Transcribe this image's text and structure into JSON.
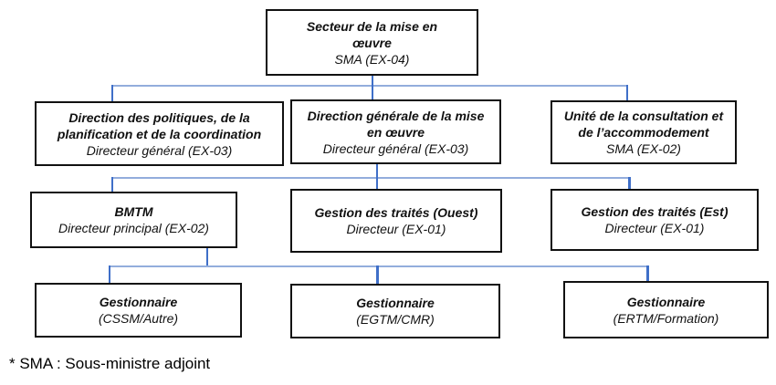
{
  "diagram": {
    "type": "org-chart",
    "nodes": {
      "root": {
        "title": "Secteur de la mise en\nœuvre",
        "subtitle": "SMA (EX-04)"
      },
      "dppc": {
        "title": "Direction des politiques, de la\nplanification et de la coordination",
        "subtitle": "Directeur général (EX-03)"
      },
      "dgmo": {
        "title": "Direction générale de la mise\nen œuvre",
        "subtitle": "Directeur général (EX-03)"
      },
      "uca": {
        "title": "Unité de la consultation et\nde l’accommodement",
        "subtitle": "SMA (EX-02)"
      },
      "bmtm": {
        "title": "BMTM",
        "subtitle": "Directeur principal (EX-02)"
      },
      "gto": {
        "title": "Gestion des traités (Ouest)",
        "subtitle": "Directeur (EX-01)"
      },
      "gte": {
        "title": "Gestion des traités (Est)",
        "subtitle": "Directeur (EX-01)"
      },
      "g1": {
        "title": "Gestionnaire",
        "subtitle": "(CSSM/Autre)"
      },
      "g2": {
        "title": "Gestionnaire",
        "subtitle": "(EGTM/CMR)"
      },
      "g3": {
        "title": "Gestionnaire",
        "subtitle": "(ERTM/Formation)"
      }
    },
    "footnote": "* SMA : Sous-ministre adjoint",
    "colors": {
      "connector_vertical": "#3F6FC8",
      "connector_horizontal": "#93ADDC",
      "box_border": "#111111",
      "background": "#FFFFFF"
    }
  }
}
